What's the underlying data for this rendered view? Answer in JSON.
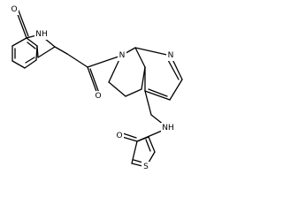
{
  "molecule": {
    "atoms": [
      {
        "id": "O1",
        "label": "O"
      },
      {
        "id": "N1",
        "label": "NH"
      },
      {
        "id": "O2",
        "label": "O"
      },
      {
        "id": "N2",
        "label": "N"
      },
      {
        "id": "N3",
        "label": "N"
      },
      {
        "id": "N4",
        "label": "NH"
      },
      {
        "id": "O3",
        "label": "O"
      },
      {
        "id": "S1",
        "label": "S"
      }
    ]
  }
}
